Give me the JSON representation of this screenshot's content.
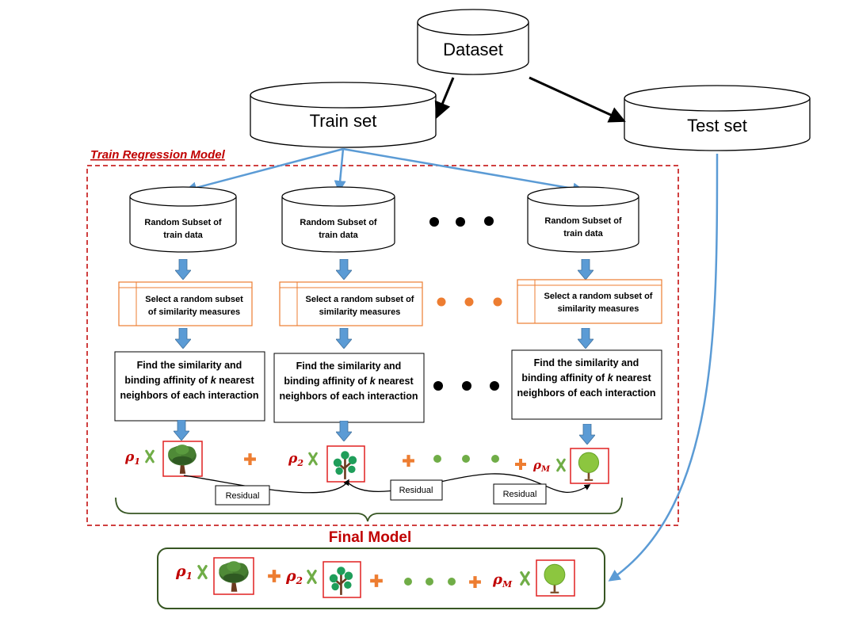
{
  "dataset_label": "Dataset",
  "train_label": "Train set",
  "test_label": "Test set",
  "train_model_title": "Train Regression Model",
  "final_model_title": "Final Model",
  "subset_line1": "Random Subset of",
  "subset_line2": "train data",
  "measures_line1": "Select a random subset",
  "measures_line2": "of similarity measures",
  "measures_alt_line1": "Select a random subset of",
  "measures_alt_line2": "similarity measures",
  "find_line1": "Find the similarity and",
  "find_line2": "binding affinity of",
  "find_k": "k",
  "find_line2_end": "nearest",
  "find_line3": "neighbors of each interaction",
  "residual_label": "Residual",
  "rho1": "ρ₁",
  "rho2": "ρ₂",
  "rhoM": "ρₘ",
  "rho1_base": "ρ",
  "rho1_sub": "1",
  "rho2_sub": "2",
  "rhoM_sub": "M",
  "times_symbol": "X",
  "plus_symbol": "+",
  "colors": {
    "accent_red": "#c00000",
    "arrow_blue": "#5b9bd5",
    "orange": "#ed7d31",
    "green_dots": "#70ad47",
    "cross_green": "#70ad47",
    "dark_green_frame": "#375623"
  }
}
